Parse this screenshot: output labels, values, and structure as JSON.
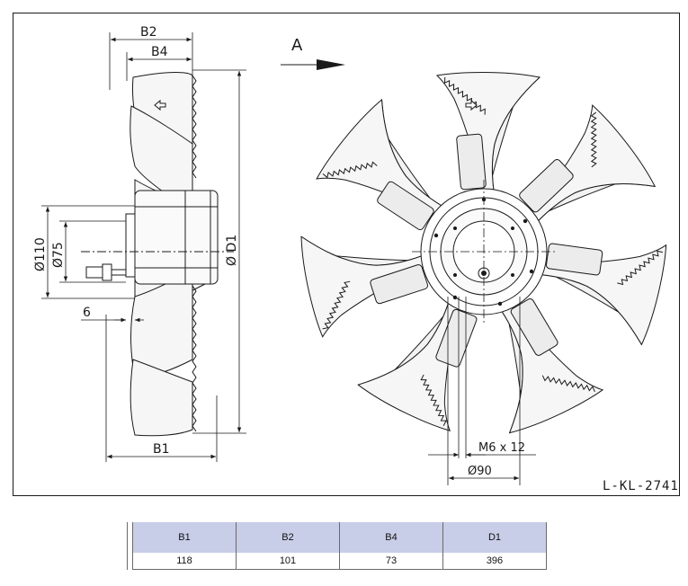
{
  "drawing": {
    "label_b1": "B1",
    "label_b2": "B2",
    "label_b4": "B4",
    "label_d1": "Ø D1",
    "label_d110": "Ø110",
    "label_d75": "Ø75",
    "label_6": "6",
    "label_a": "A",
    "label_thread": "M6 x 12",
    "label_d90": "Ø90",
    "drawing_code": "L-KL-2741"
  },
  "table": {
    "headers": [
      "B1",
      "B2",
      "B4",
      "D1"
    ],
    "row": [
      "118",
      "101",
      "73",
      "396"
    ]
  },
  "colors": {
    "line": "#1a1a1a",
    "header_bg": "#c8cde8",
    "blade_fill": "#f4f4f4"
  }
}
